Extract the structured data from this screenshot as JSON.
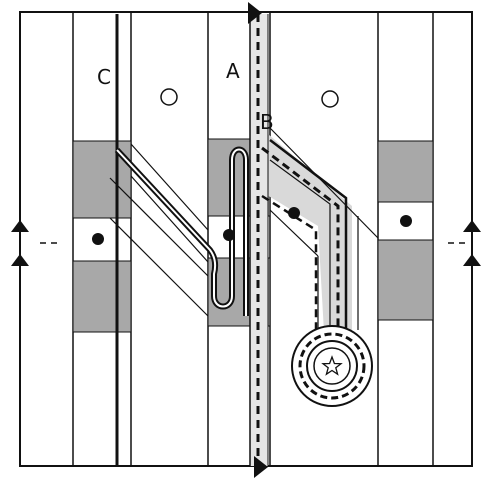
{
  "labels": {
    "a": "A",
    "b": "B",
    "c": "C"
  },
  "colors": {
    "background": "#ffffff",
    "stroke": "#111111",
    "shade": "#a8a8a8",
    "shade_light": "#d9d9d9"
  },
  "icons": {
    "goal": "star-icon",
    "direction": "arrowhead-icon",
    "hole": "open-circle-icon",
    "pin": "filled-dot-icon"
  }
}
